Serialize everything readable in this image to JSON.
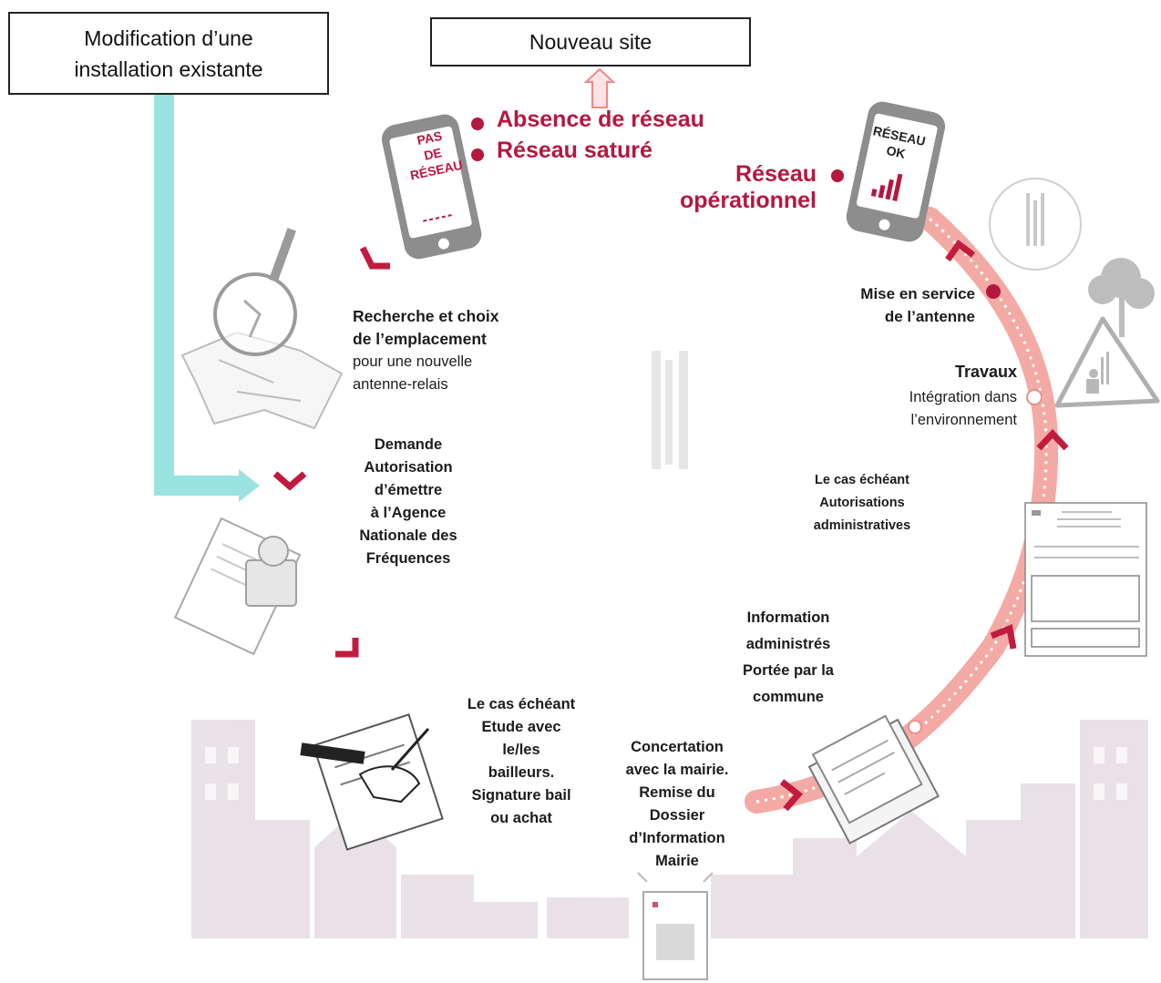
{
  "boxes": {
    "modification": "Modification d’une\ninstallation existante",
    "nouveau_site": "Nouveau site"
  },
  "phones": {
    "left_screen": [
      "PAS",
      "DE",
      "RÉSEAU"
    ],
    "right_screen": [
      "RÉSEAU",
      "OK"
    ]
  },
  "status": {
    "absence": "Absence de réseau",
    "sature": "Réseau saturé",
    "operationnel": "Réseau\nopérationnel"
  },
  "steps": {
    "recherche_title": "Recherche et choix\nde l’emplacement",
    "recherche_sub": "pour une nouvelle\nantenne-relais",
    "demande": "Demande\nAutorisation\nd’émettre\nà l’Agence\nNationale des\nFréquences",
    "bailleurs": "Le cas échéant\nEtude avec\nle/les\nbailleurs.\nSignature bail\nou achat",
    "concertation": "Concertation\navec la mairie.\nRemise du\nDossier\nd’Information\nMairie",
    "information": "Information\nadministrés\nPortée par la\ncommune",
    "autorisations": "Le cas échéant\nAutorisations\nadministratives",
    "travaux_title": "Travaux",
    "travaux_sub": "Intégration dans\nl’environnement",
    "mise_en_service": "Mise en service\nde l’antenne"
  },
  "icons": [
    "magnifier-map-icon",
    "stamp-document-icon",
    "signing-hand-icon",
    "dim-document-icon",
    "open-folder-icon",
    "form-document-icon",
    "works-warning-sign-icon",
    "tree-icon",
    "antenna-circle-icon",
    "phone-no-network-icon",
    "phone-network-ok-icon",
    "arrow-up-icon"
  ],
  "colors": {
    "accent": "#b5173f",
    "path": "#ee8a84",
    "teal_arrow": "#9be3e0",
    "skyline": "#d8cdd6"
  }
}
